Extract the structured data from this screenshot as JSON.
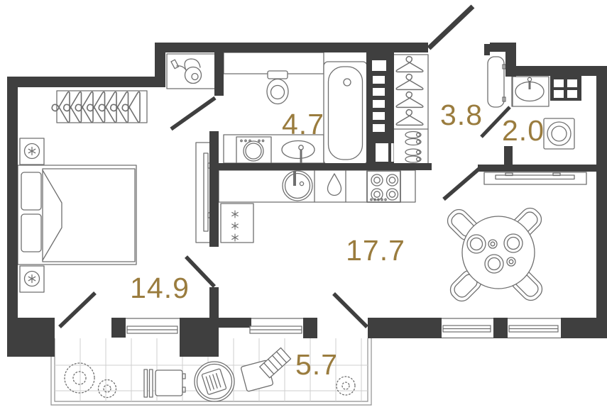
{
  "plan": {
    "type": "apartment-floor-plan",
    "colors": {
      "wall": "#3f3f3f",
      "label": "#9a7c3e",
      "furniture": "#6f6f6f",
      "tile": "#cfcfcf",
      "slab": "#8f8f8f"
    },
    "rooms": [
      {
        "name": "bedroom",
        "area": "14.9"
      },
      {
        "name": "bathroom",
        "area": "4.7"
      },
      {
        "name": "hallway",
        "area": "3.8"
      },
      {
        "name": "wc",
        "area": "2.0"
      },
      {
        "name": "kitchen-living-room",
        "area": "17.7"
      },
      {
        "name": "balcony",
        "area": "5.7"
      }
    ]
  }
}
